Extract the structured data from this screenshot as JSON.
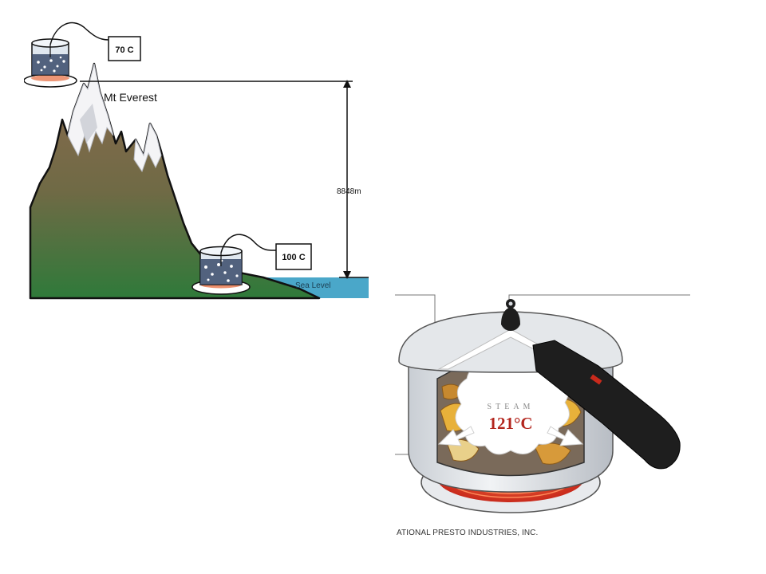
{
  "mountain_diagram": {
    "peak_name": "Mt Everest",
    "summit_temperature": "70 C",
    "sea_level_temperature": "100 C",
    "height_label": "8848m",
    "sea_level_label": "Sea Level",
    "colors": {
      "rock_top": "#8c6a4f",
      "vegetation": "#2f7a3a",
      "sea": "#4aa7c9",
      "snow": "#f4f4f6"
    }
  },
  "pressure_cooker": {
    "steam_label": "STEAM",
    "steam_temperature": "121°C",
    "credit": "ATIONAL PRESTO INDUSTRIES, INC.",
    "colors": {
      "steam_text": "#8a8a8a",
      "temperature_text": "#b3261e",
      "burner": "#e0442a",
      "handle": "#1e1e1e",
      "pot": "#d7dbe0"
    }
  }
}
